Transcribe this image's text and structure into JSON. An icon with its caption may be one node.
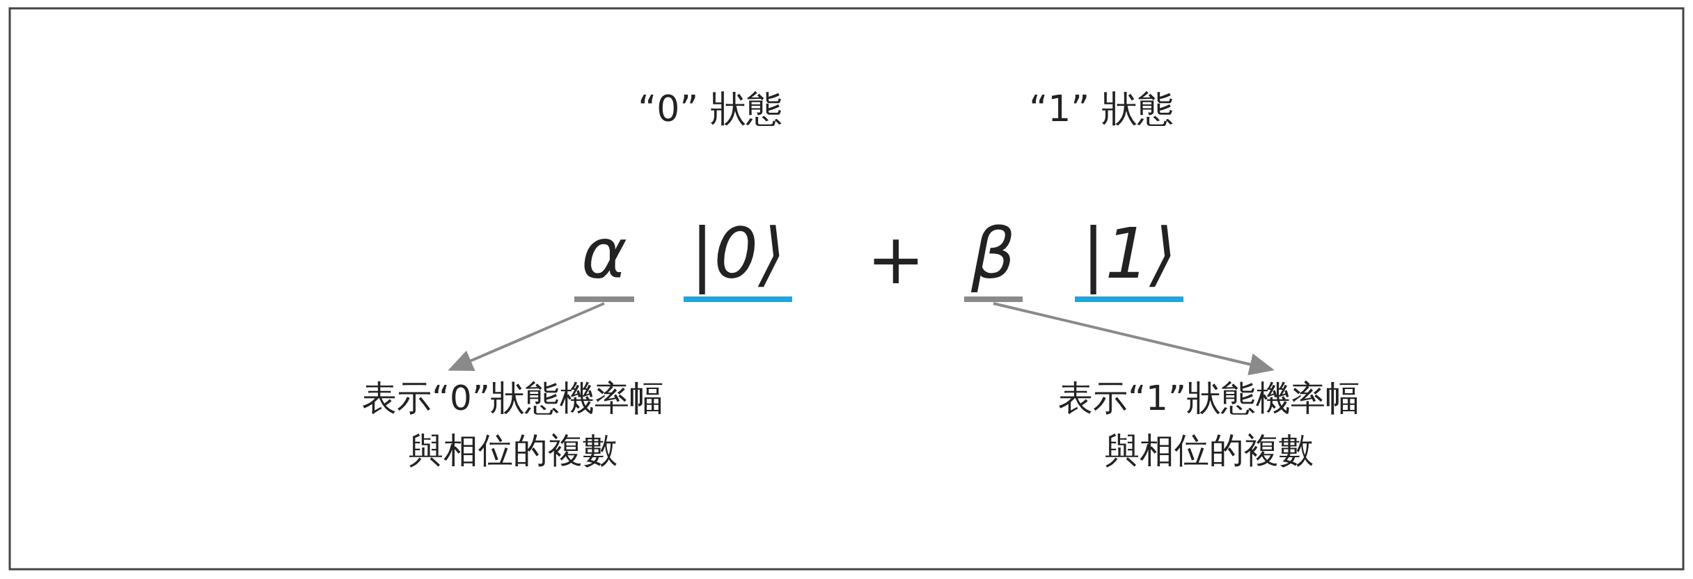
{
  "diagram": {
    "nodes": [
      {
        "text": [
          "α"
        ]
      },
      {
        "text": [
          "|0⟩"
        ],
        "beside": [
          "“0” 狀態"
        ]
      },
      {
        "text": [
          "β"
        ]
      },
      {
        "text": [
          "|1⟩"
        ],
        "beside": [
          "“1” 狀態"
        ]
      },
      {
        "text": [
          "表示“0”狀態機率幅與相位的複數"
        ]
      },
      {
        "text": [
          "表示“1”狀態機率幅與相位的複數"
        ]
      }
    ],
    "edges": [
      {
        "from": 0,
        "to": 4,
        "arrow": "to"
      },
      {
        "from": 2,
        "to": 5,
        "arrow": "to"
      }
    ],
    "labels": [
      "+"
    ]
  }
}
